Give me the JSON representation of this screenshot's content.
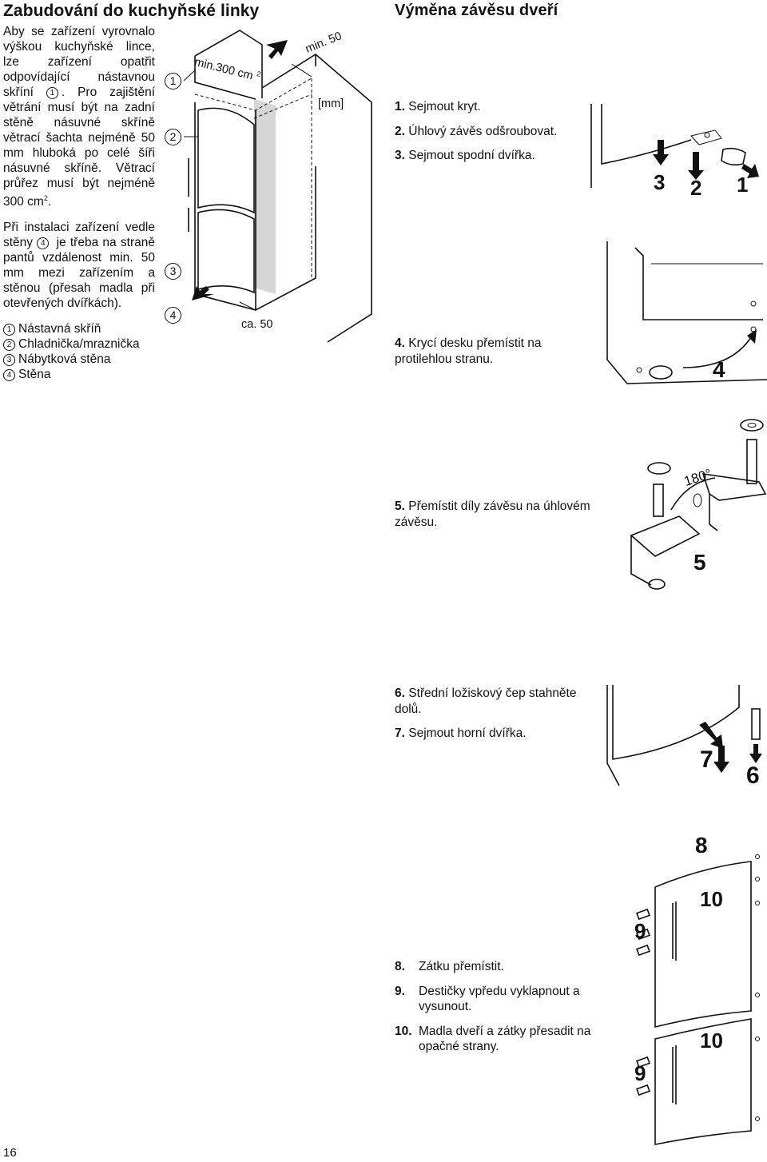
{
  "left": {
    "title": "Zabudování do kuchyňské linky",
    "para1_a": "Aby se zařízení vyrovnalo výškou kuchyňské lince, lze zařízení opatřit odpovídající nástavnou skříní",
    "para1_ref": "1",
    "para1_b": ". Pro zajištění větrání musí být na zadní stěně násuvné skříně větrací šachta nejméně 50 mm hluboká po celé šíři násuvné skříně. Větrací průřez musí být nejméně 300 cm",
    "para1_sup": "2",
    "para1_c": ".",
    "para2_a": "Při instalaci zařízení vedle stěny",
    "para2_ref": "4",
    "para2_b": "je třeba na straně pantů vzdálenost min. 50 mm mezi zařízením a stěnou (přesah madla při otevřených dvířkách).",
    "legend": [
      {
        "num": "1",
        "text": "Nástavná skříň"
      },
      {
        "num": "2",
        "text": "Chladnička/mraznička"
      },
      {
        "num": "3",
        "text": "Nábytková stěna"
      },
      {
        "num": "4",
        "text": "Stěna"
      }
    ],
    "diagram": {
      "dim_top": "min.300 cm",
      "dim_top_sup": "2",
      "dim_min50": "min. 50",
      "dim_unit": "[mm]",
      "dim_ca50": "ca. 50",
      "callouts": [
        "1",
        "2",
        "3",
        "4"
      ]
    }
  },
  "right": {
    "title": "Výměna závěsu dveří",
    "steps_a": [
      {
        "num": "1.",
        "text": "Sejmout kryt."
      },
      {
        "num": "2.",
        "text": "Úhlový závěs odšroubovat."
      },
      {
        "num": "3.",
        "text": "Sejmout spodní dvířka."
      }
    ],
    "fig1_labels": [
      "3",
      "2",
      "1"
    ],
    "step4": {
      "num": "4.",
      "text": "Krycí desku přemístit na protilehlou stranu."
    },
    "fig2_label": "4",
    "step5": {
      "num": "5.",
      "text": "Přemístit díly závěsu na úhlovém závěsu."
    },
    "fig3_label": "5",
    "fig3_angle": "180°",
    "steps_b": [
      {
        "num": "6.",
        "text": "Střední ložiskový čep stahněte dolů."
      },
      {
        "num": "7.",
        "text": "Sejmout horní dvířka."
      }
    ],
    "fig4_labels": [
      "7",
      "6"
    ],
    "steps_c": [
      {
        "num": "8.",
        "text": "Zátku přemístit."
      },
      {
        "num": "9.",
        "text": "Destičky vpředu vyklapnout a vysunout."
      },
      {
        "num": "10.",
        "text": "Madla dveří a zátky přesadit na opačné strany."
      }
    ],
    "fig5_labels": [
      "8",
      "10",
      "9",
      "10",
      "9"
    ]
  },
  "page_number": "16"
}
